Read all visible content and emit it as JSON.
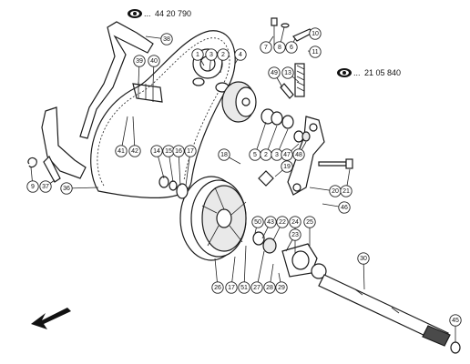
{
  "references": [
    {
      "id": "ref-top",
      "prefix": "...",
      "code": "44 20 790"
    },
    {
      "id": "ref-right",
      "prefix": "...",
      "code": "21 05 840"
    }
  ],
  "callouts": {
    "c38": "38",
    "c39": "39",
    "c40": "40",
    "c41": "41",
    "c42": "42",
    "c1": "1",
    "c3a": "3",
    "c2a": "2",
    "c4": "4",
    "c7": "7",
    "c8": "8",
    "c6": "6",
    "c10": "10",
    "c11": "11",
    "c49": "49",
    "c13": "13",
    "c14": "14",
    "c15": "15",
    "c16": "16",
    "c17a": "17",
    "c18": "18",
    "c5": "5",
    "c2b": "2",
    "c3b": "3",
    "c47": "47",
    "c48": "48",
    "c19": "19",
    "c20": "20",
    "c21": "21",
    "c46": "46",
    "c9": "9",
    "c37": "37",
    "c36": "36",
    "c50": "50",
    "c43": "43",
    "c22": "22",
    "c24": "24",
    "c25": "25",
    "c23": "23",
    "c26": "26",
    "c17b": "17",
    "c51": "51",
    "c27": "27",
    "c28": "28",
    "c29": "29",
    "c30": "30",
    "c45": "45"
  },
  "icons": {
    "reference_icon": "eye-icon",
    "direction_icon": "arrow-down-left-icon"
  },
  "colors": {
    "line": "#1a1a1a",
    "background": "#ffffff",
    "eye": "#111111"
  }
}
